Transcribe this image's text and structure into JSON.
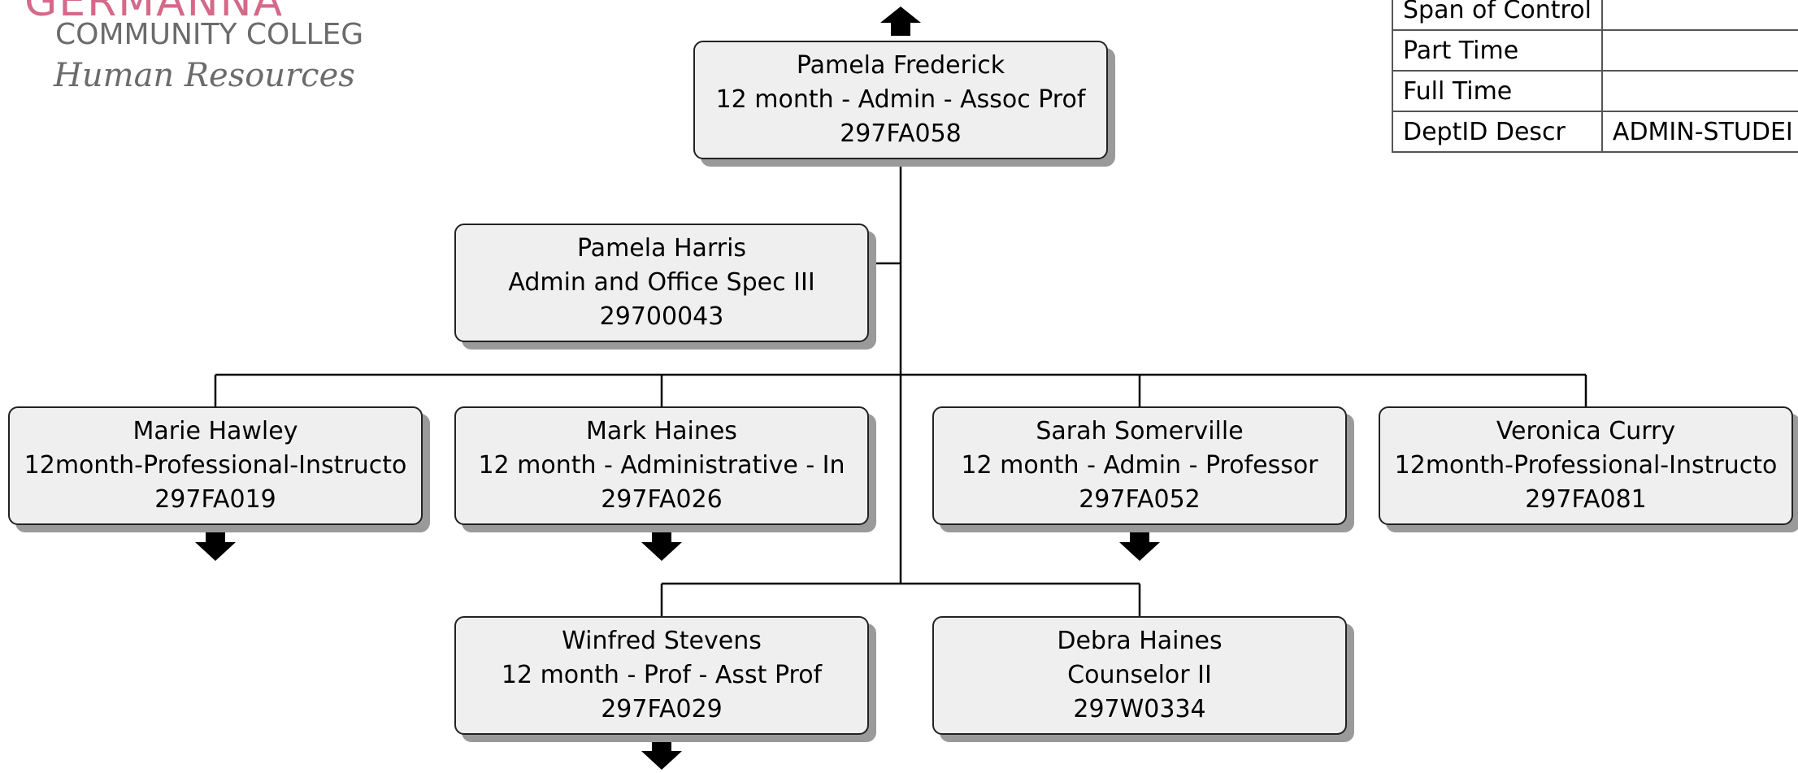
{
  "logo": {
    "name": "GERMANNA",
    "college": "COMMUNITY COLLEGE",
    "department": "Human Resources",
    "colors": {
      "accent": "#d4698a",
      "text": "#6b6b6b"
    }
  },
  "info_table": {
    "rows": [
      {
        "label": "Span of Control",
        "value": ""
      },
      {
        "label": "Part Time",
        "value": ""
      },
      {
        "label": "Full Time",
        "value": ""
      },
      {
        "label": "DeptID Descr",
        "value": "ADMIN-STUDEI"
      }
    ]
  },
  "org_chart": {
    "root": {
      "name": "Pamela Frederick",
      "title": "12 month - Admin - Assoc Prof",
      "position_id": "297FA058"
    },
    "assistant": {
      "name": "Pamela Harris",
      "title": "Admin and Office Spec III",
      "position_id": "29700043"
    },
    "reports_row1": [
      {
        "name": "Marie Hawley",
        "title": "12month-Professional-Instructo",
        "position_id": "297FA019",
        "has_reports": true
      },
      {
        "name": "Mark Haines",
        "title": "12 month - Administrative - In",
        "position_id": "297FA026",
        "has_reports": true
      },
      {
        "name": "Sarah Somerville",
        "title": "12 month - Admin - Professor",
        "position_id": "297FA052",
        "has_reports": true
      },
      {
        "name": "Veronica Curry",
        "title": "12month-Professional-Instructo",
        "position_id": "297FA081",
        "has_reports": false
      }
    ],
    "reports_row2": [
      {
        "name": "Winfred Stevens",
        "title": "12 month - Prof - Asst Prof",
        "position_id": "297FA029",
        "has_reports": true
      },
      {
        "name": "Debra Haines",
        "title": "Counselor II",
        "position_id": "297W0334",
        "has_reports": false
      }
    ]
  },
  "colors": {
    "node_fill": "#efefef",
    "node_border": "#222222",
    "shadow": "#9a9a9a",
    "connector": "#000000"
  }
}
